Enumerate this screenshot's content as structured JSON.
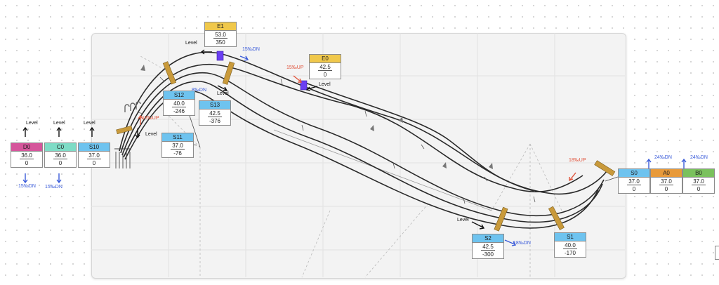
{
  "colors": {
    "blue": "#6ec3ef",
    "magenta": "#d5559b",
    "teal": "#7edcc6",
    "gold": "#f0c84b",
    "orange": "#e89a3a",
    "green": "#7ac15d",
    "down_arrow": "#3a5bd9",
    "up_arrow": "#e0543c",
    "track": "#2a2a2a",
    "bridge": "#c99a3b",
    "signal": "#6b3ff2"
  },
  "boxes": [
    {
      "id": "D0",
      "value": "36.0",
      "offset": "0",
      "color": "#d5559b"
    },
    {
      "id": "C0",
      "value": "36.0",
      "offset": "0",
      "color": "#7edcc6"
    },
    {
      "id": "S10",
      "value": "37.0",
      "offset": "0",
      "color": "#6ec3ef"
    },
    {
      "id": "S12",
      "value": "40.0",
      "offset": "-246",
      "color": "#6ec3ef"
    },
    {
      "id": "S13",
      "value": "42.5",
      "offset": "-376",
      "color": "#6ec3ef"
    },
    {
      "id": "S11",
      "value": "37.0",
      "offset": "-76",
      "color": "#6ec3ef"
    },
    {
      "id": "E1",
      "value": "53.0",
      "offset": "350",
      "color": "#f0c84b"
    },
    {
      "id": "E0",
      "value": "42.5",
      "offset": "0",
      "color": "#f0c84b"
    },
    {
      "id": "S2",
      "value": "42.5",
      "offset": "-300",
      "color": "#6ec3ef"
    },
    {
      "id": "S1",
      "value": "40.0",
      "offset": "-170",
      "color": "#6ec3ef"
    },
    {
      "id": "S0",
      "value": "37.0",
      "offset": "0",
      "color": "#6ec3ef"
    },
    {
      "id": "A0",
      "value": "37.0",
      "offset": "0",
      "color": "#e89a3a"
    },
    {
      "id": "B0",
      "value": "37.0",
      "offset": "0",
      "color": "#7ac15d"
    }
  ],
  "labels": {
    "level": "Level",
    "dn_15": "15‰DN",
    "dn_18": "18‰DN",
    "dn_24": "24‰DN",
    "up_15": "15‰UP",
    "up_18": "18‰UP",
    "partial_dn": "8‰DN"
  }
}
